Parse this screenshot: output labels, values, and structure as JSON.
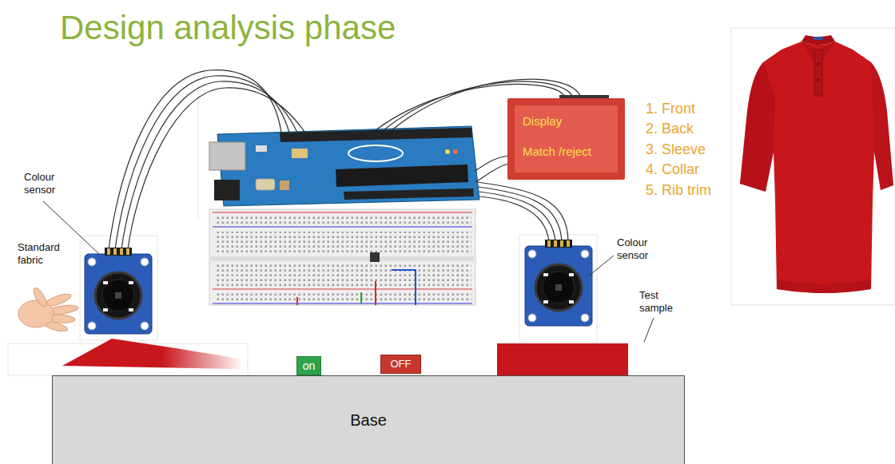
{
  "diagram": {
    "title": "Design analysis phase",
    "nodes": [
      {
        "text": [
          "Display",
          "Match /reject"
        ]
      },
      {
        "text": [
          "on"
        ]
      },
      {
        "text": [
          "OFF"
        ]
      },
      {
        "text": [
          "Base"
        ]
      }
    ],
    "labels": [
      "1. Front",
      "2. Back",
      "3. Sleeve",
      "4. Collar",
      "5. Rib trim",
      "Colour sensor",
      "Standard fabric",
      "Colour sensor",
      "Test sample"
    ]
  }
}
